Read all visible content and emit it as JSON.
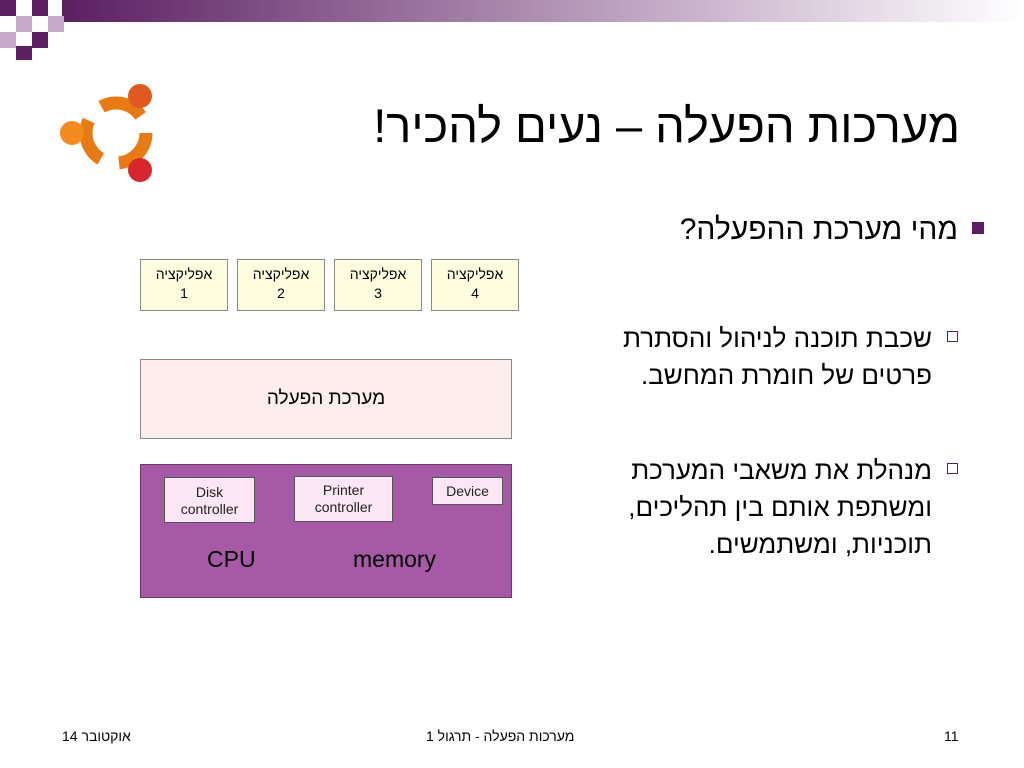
{
  "slide": {
    "title": "מערכות הפעלה – נעים להכיר!",
    "bullet_main": "מהי מערכת ההפעלה?",
    "sub_bullets": [
      "שכבת תוכנה לניהול והסתרת פרטים של חומרת המחשב.",
      "מנהלת את משאבי המערכת ומשתפת אותם בין תהליכים, תוכניות, ומשתמשים."
    ]
  },
  "diagram": {
    "apps": [
      {
        "label": "אפליקציה",
        "num": "1"
      },
      {
        "label": "אפליקציה",
        "num": "2"
      },
      {
        "label": "אפליקציה",
        "num": "3"
      },
      {
        "label": "אפליקציה",
        "num": "4"
      }
    ],
    "os_label": "מערכת הפעלה",
    "hardware": {
      "disk_line1": "Disk",
      "disk_line2": "controller",
      "printer_line1": "Printer",
      "printer_line2": "controller",
      "device": "Device",
      "cpu": "CPU",
      "memory": "memory"
    }
  },
  "footer": {
    "date": "אוקטובר 14",
    "course": "מערכות הפעלה - תרגול 1",
    "page": "11"
  },
  "colors": {
    "accent_purple": "#5b1f62",
    "hardware_fill": "#a65aa6",
    "os_fill": "#fdeded",
    "app_fill": "#fffde0"
  }
}
